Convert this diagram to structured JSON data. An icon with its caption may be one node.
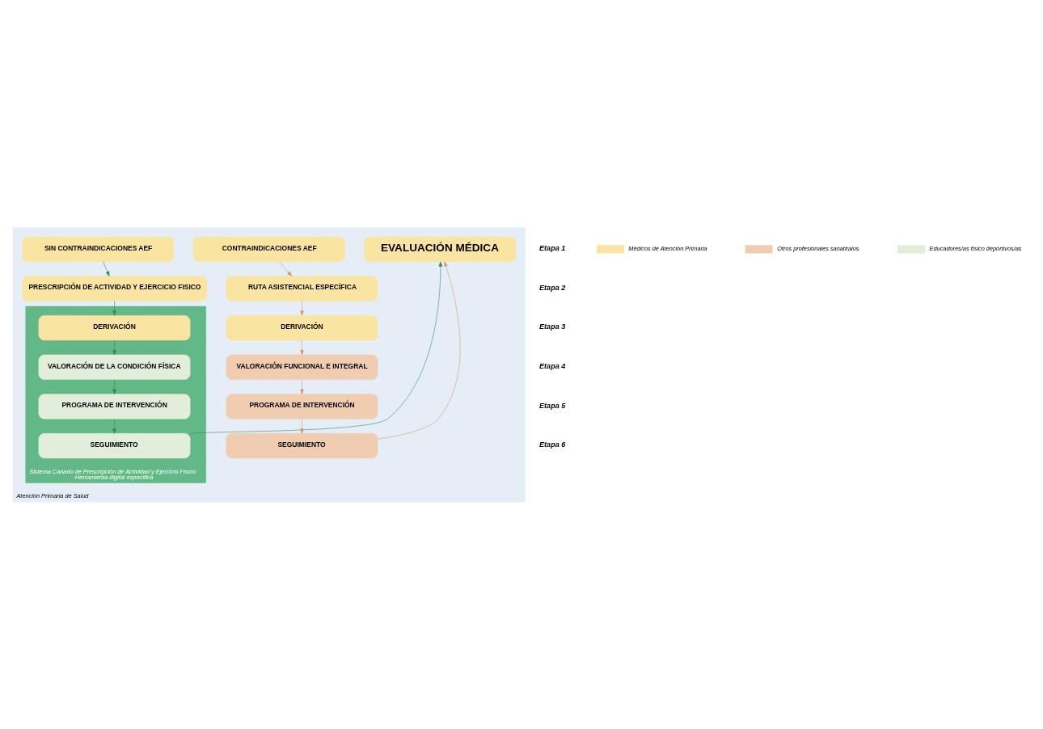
{
  "diagram": {
    "nodes": [
      {
        "text": [
          "Atención Primaria de Salud"
        ]
      },
      {
        "text": [
          "EVALUACIÓN MÉDICA"
        ],
        "in": 0
      },
      {
        "text": [
          "CONTRAINDICACIONES AEF"
        ],
        "in": 0
      },
      {
        "text": [
          "SIN CONTRAINDICACIONES AEF"
        ],
        "in": 0
      },
      {
        "text": [
          "RUTA ASISTENCIAL ESPECÍFICA"
        ],
        "in": 0
      },
      {
        "text": [
          "PRESCRIPCIÓN DE ACTIVIDAD Y EJERCICIO FISICO"
        ],
        "in": 0
      },
      {
        "text": [
          "Sistema Canario de Prescripción de Actividad y Ejercicio Físico",
          "Herramienta digital específica"
        ],
        "in": 0
      },
      {
        "text": [
          "DERIVACIÓN"
        ],
        "in": 0
      },
      {
        "text": [
          "DERIVACIÓN"
        ],
        "in": 6
      },
      {
        "text": [
          "VALORACIÓN FUNCIONAL E INTEGRAL"
        ],
        "in": 0
      },
      {
        "text": [
          "VALORACIÓN DE LA CONDICIÓN FÍSICA"
        ],
        "in": 6
      },
      {
        "text": [
          "PROGRAMA DE INTERVENCIÓN"
        ],
        "in": 0
      },
      {
        "text": [
          "PROGRAMA DE INTERVENCIÓN"
        ],
        "in": 6
      },
      {
        "text": [
          "SEGUIMIENTO"
        ],
        "in": 0
      },
      {
        "text": [
          "SEGUIMIENTO"
        ],
        "in": 6
      }
    ],
    "edges": [
      {
        "from": 2,
        "to": 4,
        "arrow": "to",
        "color": "#d4956a"
      },
      {
        "from": 4,
        "to": 7,
        "arrow": "to",
        "color": "#d4956a"
      },
      {
        "from": 7,
        "to": 9,
        "arrow": "to",
        "color": "#d4956a"
      },
      {
        "from": 9,
        "to": 11,
        "arrow": "to",
        "color": "#d4956a"
      },
      {
        "from": 11,
        "to": 13,
        "arrow": "to",
        "color": "#d4956a"
      },
      {
        "from": 13,
        "to": 1,
        "arrow": "to",
        "color": "#d4956a"
      },
      {
        "from": 3,
        "to": 5,
        "arrow": "to",
        "color": "#2e8b4e"
      },
      {
        "from": 5,
        "to": 8,
        "arrow": "to",
        "color": "#2e8b4e"
      },
      {
        "from": 8,
        "to": 10,
        "arrow": "to",
        "color": "#2e8b4e"
      },
      {
        "from": 10,
        "to": 12,
        "arrow": "to",
        "color": "#2e8b4e"
      },
      {
        "from": 12,
        "to": 14,
        "arrow": "to",
        "color": "#2e8b4e"
      },
      {
        "from": 14,
        "to": 1,
        "arrow": "to",
        "color": "#2e8b4e"
      }
    ],
    "labels": [
      "Etapa 1",
      "Etapa 2",
      "Etapa 3",
      "Etapa 4",
      "Etapa 5",
      "Etapa 6"
    ],
    "legend": [
      {
        "text": "Médicos de Atención Primaria",
        "color": "#f9e4a1"
      },
      {
        "text": "Otros profesionales sanatiraios",
        "color": "#f0cdb0"
      },
      {
        "text": "Educadores/as físico deportivos/as",
        "color": "#e1eedc"
      }
    ]
  }
}
